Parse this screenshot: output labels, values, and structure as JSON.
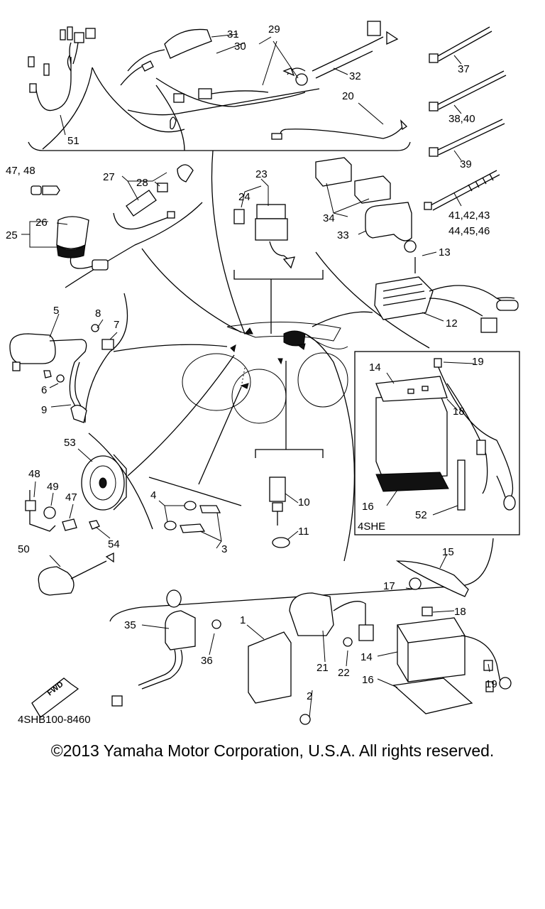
{
  "diagram_code": "4SHB100-8460",
  "fwd_label": "FWD",
  "box_label": "4SHE",
  "copyright": "©2013 Yamaha Motor Corporation, U.S.A. All rights reserved.",
  "callouts": {
    "c1": "1",
    "c2": "2",
    "c3": "3",
    "c4": "4",
    "c5": "5",
    "c6": "6",
    "c7": "7",
    "c8": "8",
    "c9": "9",
    "c10": "10",
    "c11": "11",
    "c12": "12",
    "c13": "13",
    "c14": "14",
    "c14b": "14",
    "c15": "15",
    "c16": "16",
    "c16b": "16",
    "c17": "17",
    "c18": "18",
    "c18b": "18",
    "c19": "19",
    "c19b": "19",
    "c20": "20",
    "c21": "21",
    "c22": "22",
    "c23": "23",
    "c24": "24",
    "c25": "25",
    "c26": "26",
    "c27": "27",
    "c28": "28",
    "c29": "29",
    "c30": "30",
    "c31": "31",
    "c32": "32",
    "c33": "33",
    "c34": "34",
    "c35": "35",
    "c36": "36",
    "c37": "37",
    "c38_40": "38,40",
    "c39": "39",
    "c41_43": "41,42,43",
    "c44_46": "44,45,46",
    "c47_48": "47, 48",
    "c47": "47",
    "c48": "48",
    "c49": "49",
    "c50": "50",
    "c51": "51",
    "c52": "52",
    "c53": "53",
    "c54": "54"
  }
}
